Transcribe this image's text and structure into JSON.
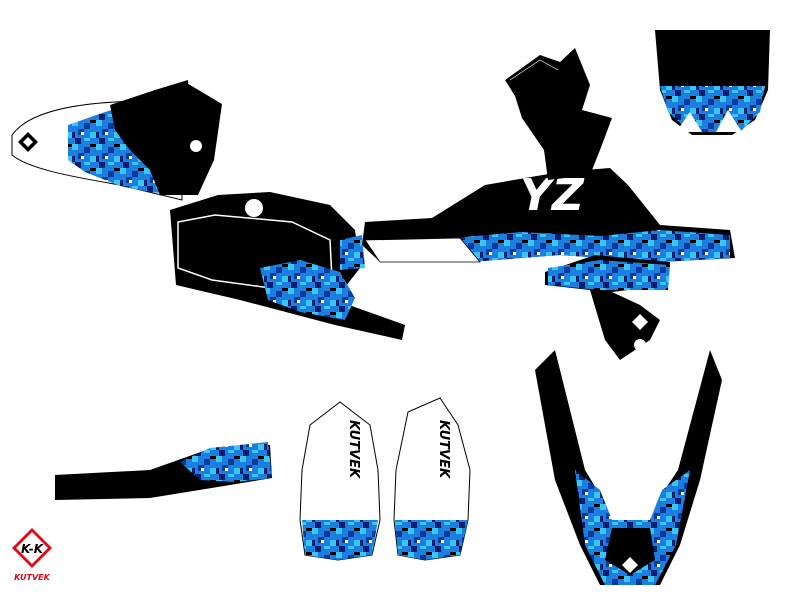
{
  "kit": {
    "colors": {
      "black": "#000000",
      "white": "#ffffff",
      "dark_blue": "#0a3a9e",
      "mid_blue": "#1c7ee0",
      "light_blue": "#39c6f0",
      "navy": "#071e6b"
    },
    "parts": [
      "rear-fender",
      "side-panel",
      "radiator-shroud",
      "radiator-scoop",
      "tank-wing",
      "front-number-plate",
      "front-fender",
      "swingarm-decal",
      "fork-guard-left",
      "fork-guard-right"
    ],
    "shroud_lettering": "YZ",
    "fork_guard_text": "KUTVEK",
    "brand_logo": {
      "letters": "K-K",
      "word": "KUTVEK",
      "icon": "kutvek-logo-icon"
    }
  }
}
